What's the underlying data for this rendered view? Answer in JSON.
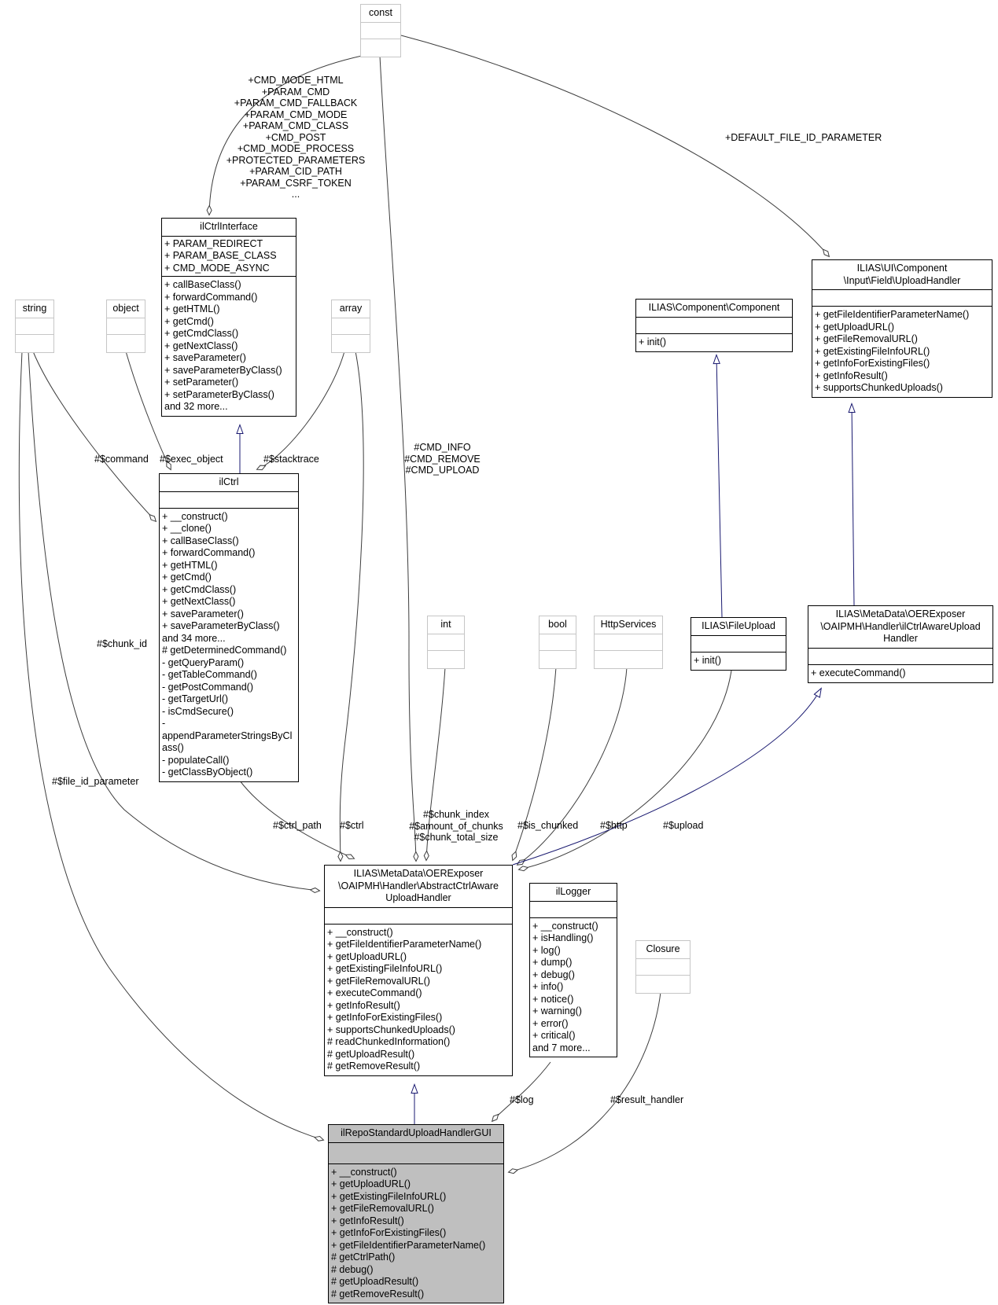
{
  "diagram": {
    "type": "uml-collaboration-diagram",
    "main_class": "ilRepoStandardUploadHandlerGUI",
    "colors": {
      "inheritance_edge": "#191970",
      "aggregation_edge": "#3d3d3d",
      "node_border": "#000000",
      "primitive_node_border": "#c6c6c6",
      "highlighted_node_fill": "#bfbfbf",
      "background": "#ffffff"
    }
  },
  "nodes": {
    "const": {
      "title": "const"
    },
    "string": {
      "title": "string"
    },
    "object": {
      "title": "object"
    },
    "array": {
      "title": "array"
    },
    "int": {
      "title": "int"
    },
    "bool": {
      "title": "bool"
    },
    "http_services": {
      "title": "HttpServices"
    },
    "closure": {
      "title": "Closure"
    },
    "il_ctrl_interface": {
      "title": "ilCtrlInterface",
      "attributes": [
        "+ PARAM_REDIRECT",
        "+ PARAM_BASE_CLASS",
        "+ CMD_MODE_ASYNC"
      ],
      "methods": [
        "+ callBaseClass()",
        "+ forwardCommand()",
        "+ getHTML()",
        "+ getCmd()",
        "+ getCmdClass()",
        "+ getNextClass()",
        "+ saveParameter()",
        "+ saveParameterByClass()",
        "+ setParameter()",
        "+ setParameterByClass()",
        "and 32 more..."
      ]
    },
    "il_ctrl": {
      "title": "ilCtrl",
      "methods": [
        "+ __construct()",
        "+ __clone()",
        "+ callBaseClass()",
        "+ forwardCommand()",
        "+ getHTML()",
        "+ getCmd()",
        "+ getCmdClass()",
        "+ getNextClass()",
        "+ saveParameter()",
        "+ saveParameterByClass()",
        "and 34 more...",
        "# getDeterminedCommand()",
        "- getQueryParam()",
        "- getTableCommand()",
        "- getPostCommand()",
        "- getTargetUrl()",
        "- isCmdSecure()",
        "- appendParameterStringsByClass()",
        "- populateCall()",
        "- getClassByObject()"
      ]
    },
    "component": {
      "title": "ILIAS\\Component\\Component",
      "methods": [
        "+ init()"
      ]
    },
    "upload_handler_interface": {
      "title": [
        "ILIAS\\UI\\Component",
        "\\Input\\Field\\UploadHandler"
      ],
      "methods": [
        "+ getFileIdentifierParameterName()",
        "+ getUploadURL()",
        "+ getFileRemovalURL()",
        "+ getExistingFileInfoURL()",
        "+ getInfoForExistingFiles()",
        "+ getInfoResult()",
        "+ supportsChunkedUploads()"
      ]
    },
    "file_upload": {
      "title": "ILIAS\\FileUpload",
      "methods": [
        "+ init()"
      ]
    },
    "ctrl_aware_upload_handler": {
      "title": [
        "ILIAS\\MetaData\\OERExposer",
        "\\OAIPMH\\Handler\\ilCtrlAwareUpload",
        "Handler"
      ],
      "methods": [
        "+ executeCommand()"
      ]
    },
    "abstract_ctrl_aware_upload_handler": {
      "title": [
        "ILIAS\\MetaData\\OERExposer",
        "\\OAIPMH\\Handler\\AbstractCtrlAware",
        "UploadHandler"
      ],
      "methods": [
        "+ __construct()",
        "+ getFileIdentifierParameterName()",
        "+ getUploadURL()",
        "+ getExistingFileInfoURL()",
        "+ getFileRemovalURL()",
        "+ executeCommand()",
        "+ getInfoResult()",
        "+ getInfoForExistingFiles()",
        "+ supportsChunkedUploads()",
        "# readChunkedInformation()",
        "# getUploadResult()",
        "# getRemoveResult()"
      ]
    },
    "il_logger": {
      "title": "ilLogger",
      "methods": [
        "+ __construct()",
        "+ isHandling()",
        "+ log()",
        "+ dump()",
        "+ debug()",
        "+ info()",
        "+ notice()",
        "+ warning()",
        "+ error()",
        "+ critical()",
        "and 7 more..."
      ]
    },
    "il_repo_standard_upload_handler_gui": {
      "title": "ilRepoStandardUploadHandlerGUI",
      "methods": [
        "+ __construct()",
        "+ getUploadURL()",
        "+ getExistingFileInfoURL()",
        "+ getFileRemovalURL()",
        "+ getInfoResult()",
        "+ getInfoForExistingFiles()",
        "+ getFileIdentifierParameterName()",
        "# getCtrlPath()",
        "# debug()",
        "# getUploadResult()",
        "# getRemoveResult()"
      ]
    }
  },
  "edge_labels": {
    "const_members_ctrl_interface": [
      "+CMD_MODE_HTML",
      "+PARAM_CMD",
      "+PARAM_CMD_FALLBACK",
      "+PARAM_CMD_MODE",
      "+PARAM_CMD_CLASS",
      "+CMD_POST",
      "+CMD_MODE_PROCESS",
      "+PROTECTED_PARAMETERS",
      "+PARAM_CID_PATH",
      "+PARAM_CSRF_TOKEN",
      "..."
    ],
    "default_file_id_parameter": "+DEFAULT_FILE_ID_PARAMETER",
    "cmd_consts_abstract": [
      "#CMD_INFO",
      "#CMD_REMOVE",
      "#CMD_UPLOAD"
    ],
    "command": "#$command",
    "exec_object": "#$exec_object",
    "stacktrace": "#$stacktrace",
    "chunk_id": "#$chunk_id",
    "file_id_parameter": "#$file_id_parameter",
    "ctrl_path": "#$ctrl_path",
    "ctrl": "#$ctrl",
    "chunk_fields": [
      "#$chunk_index",
      "#$amount_of_chunks",
      "#$chunk_total_size"
    ],
    "is_chunked": "#$is_chunked",
    "http": "#$http",
    "upload": "#$upload",
    "log": "#$log",
    "result_handler": "#$result_handler"
  }
}
